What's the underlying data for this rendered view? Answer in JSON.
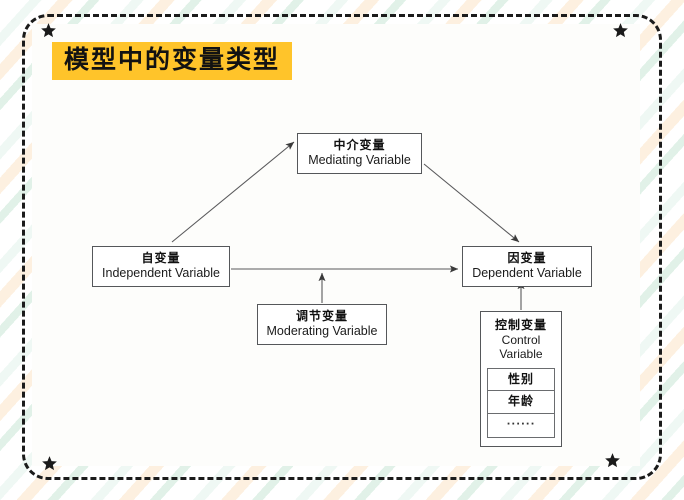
{
  "title": {
    "text": "模型中的变量类型",
    "highlight_color": "#FFC42A"
  },
  "diagram": {
    "nodes": {
      "mediating": {
        "cn": "中介变量",
        "en": "Mediating Variable"
      },
      "independent": {
        "cn": "自变量",
        "en": "Independent Variable"
      },
      "dependent": {
        "cn": "因变量",
        "en": "Dependent Variable"
      },
      "moderating": {
        "cn": "调节变量",
        "en": "Moderating Variable"
      },
      "control": {
        "cn": "控制变量",
        "en": "Control Variable",
        "items": [
          "性别",
          "年龄",
          "······"
        ]
      }
    }
  },
  "decoration": {
    "star_glyph": "star",
    "frame_style": "dashed"
  }
}
